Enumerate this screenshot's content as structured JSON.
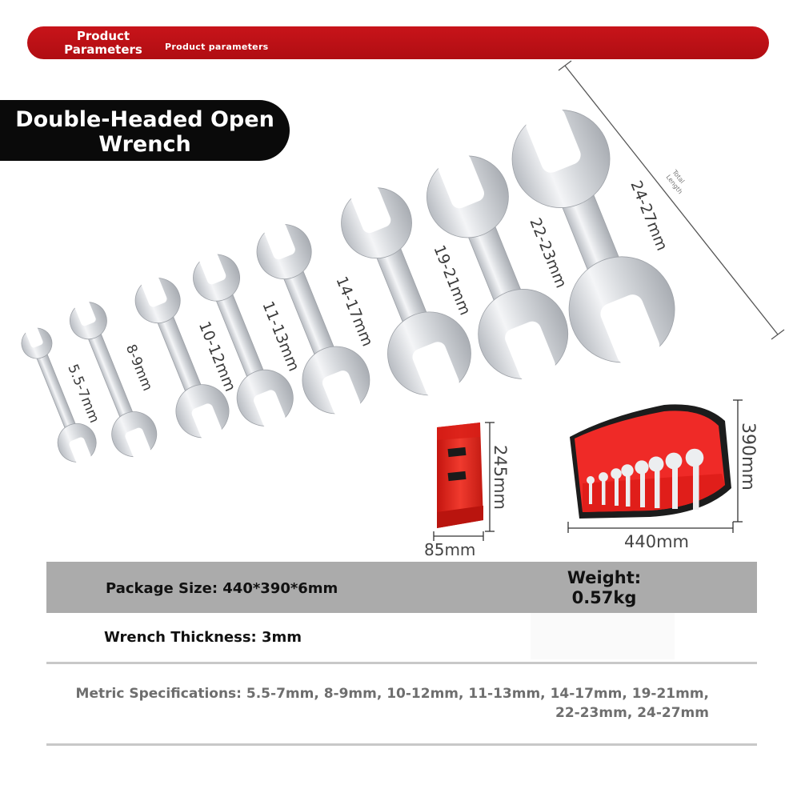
{
  "header": {
    "badge_label": "Product\nParameters",
    "sub_label": "Product parameters",
    "accent_color": "#c0121a"
  },
  "product": {
    "title": "Double-Headed Open\nWrench"
  },
  "wrenches": {
    "sizes": [
      "5.5-7mm",
      "8-9mm",
      "10-12mm",
      "11-13mm",
      "14-17mm",
      "19-21mm",
      "22-23mm",
      "24-27mm"
    ],
    "total_length_label": "Total\nLength"
  },
  "pouch_folded": {
    "height_label": "245mm",
    "width_label": "85mm",
    "color": "#e8231d"
  },
  "pouch_open": {
    "height_label": "390mm",
    "width_label": "440mm",
    "color": "#ef2a27"
  },
  "specs": {
    "package_size": "Package Size: 440*390*6mm",
    "weight": "Weight:\n0.57kg",
    "thickness": "Wrench Thickness: 3mm",
    "metric": "Metric Specifications: 5.5-7mm, 8-9mm, 10-12mm, 11-13mm, 14-17mm, 19-21mm,\n22-23mm, 24-27mm"
  }
}
